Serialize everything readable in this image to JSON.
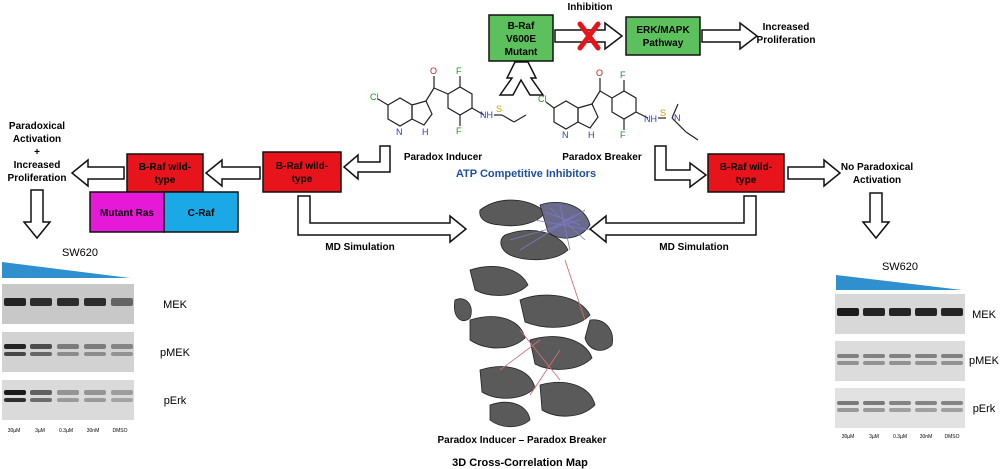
{
  "top": {
    "braf_mutant_label": [
      "B-Raf",
      "V600E",
      "Mutant"
    ],
    "inhibition_label": "Inhibition",
    "erk_label": [
      "ERK/MAPK",
      "Pathway"
    ],
    "increased_prolif_label": [
      "Increased",
      "Proliferation"
    ]
  },
  "inhibitors": {
    "inducer_label": "Paradox Inducer",
    "breaker_label": "Paradox Breaker",
    "atp_label": "ATP Competitive Inhibitors",
    "atom_labels": {
      "cl": "Cl",
      "f": "F",
      "n": "N",
      "nh": "NH",
      "h": "H",
      "o": "O",
      "s": "S",
      "n_dimethyl": "N"
    }
  },
  "left": {
    "braf_wt_label": [
      "B-Raf wild-",
      "type"
    ],
    "braf_wt_dimer_label": [
      "B-Raf wild-",
      "type"
    ],
    "mutant_ras_label": "Mutant Ras",
    "craf_label": "C-Raf",
    "paradox_label": [
      "Paradoxical",
      "Activation",
      "+",
      "Increased",
      "Proliferation"
    ],
    "md_label": "MD Simulation"
  },
  "right": {
    "braf_wt_label": [
      "B-Raf wild-",
      "type"
    ],
    "no_paradox_label": [
      "No Paradoxical",
      "Activation"
    ],
    "md_label": "MD Simulation"
  },
  "center": {
    "pair_label": "Paradox Inducer – Paradox Breaker",
    "map_label": "3D Cross-Correlation Map"
  },
  "blot_left": {
    "cell_line": "SW620",
    "bands": [
      "MEK",
      "pMEK",
      "pErk"
    ],
    "lanes": [
      "30µM",
      "3µM",
      "0.3µM",
      "30nM",
      "DMSO"
    ]
  },
  "blot_right": {
    "cell_line": "SW620",
    "bands": [
      "MEK",
      "pMEK",
      "pErk"
    ],
    "lanes": [
      "30µM",
      "3µM",
      "0.3µM",
      "30nM",
      "DMSO"
    ]
  },
  "colors": {
    "green_box": "#5cc15c",
    "red_box": "#e8141b",
    "magenta_box": "#e619d9",
    "cyan_box": "#1aa8e6",
    "atp_text": "#1f4e9c",
    "wedge": "#2f8fcf",
    "x_mark": "#e8141b",
    "protein": "#5a5a5a"
  }
}
